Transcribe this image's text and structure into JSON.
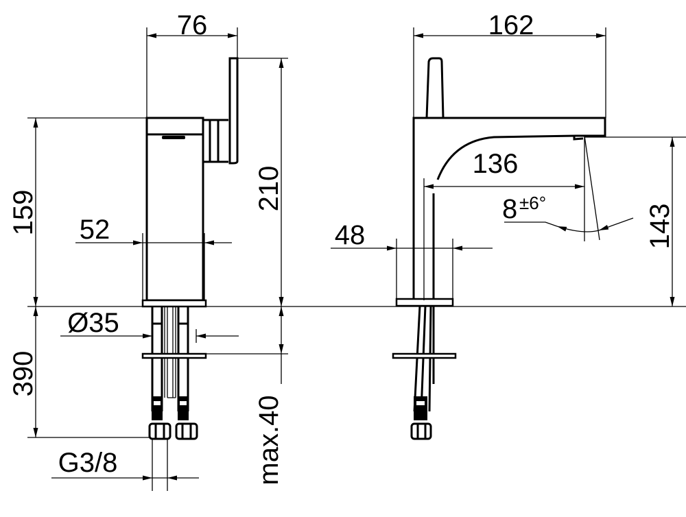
{
  "front_view": {
    "width_top": "76",
    "body_height": "159",
    "total_height": "210",
    "body_width": "52",
    "shank_diameter": "Ø35",
    "hose_length": "390",
    "max_counter_thickness": "max.40",
    "thread": "G3/8"
  },
  "side_view": {
    "total_depth": "162",
    "spout_reach": "136",
    "spout_angle": "8",
    "spout_angle_tolerance": "±6°",
    "spout_height": "143",
    "base_width": "48"
  }
}
